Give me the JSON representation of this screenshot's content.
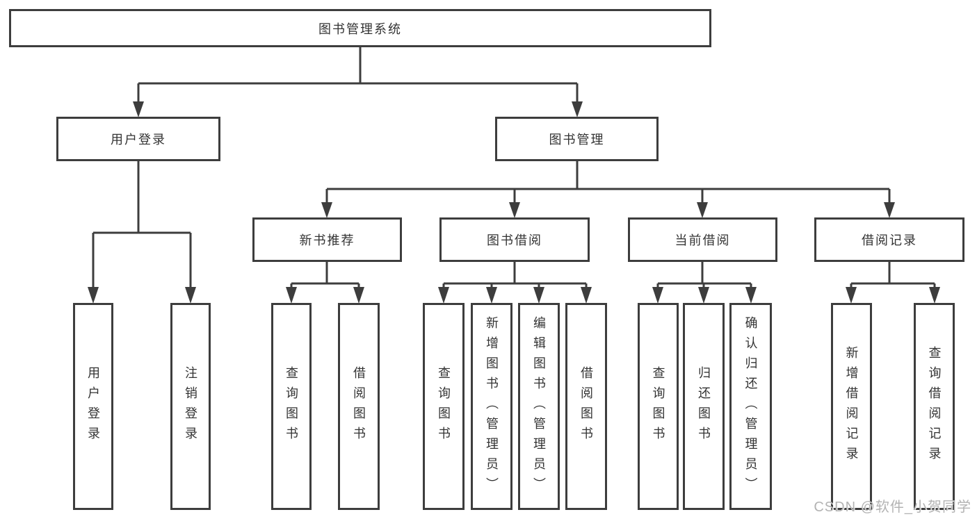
{
  "diagram": {
    "root": {
      "label": "图书管理系统"
    },
    "level2": [
      {
        "label": "用户登录"
      },
      {
        "label": "图书管理"
      }
    ],
    "level3": [
      {
        "label": "新书推荐",
        "parent": "图书管理"
      },
      {
        "label": "图书借阅",
        "parent": "图书管理"
      },
      {
        "label": "当前借阅",
        "parent": "图书管理"
      },
      {
        "label": "借阅记录",
        "parent": "图书管理"
      }
    ],
    "leaves": [
      {
        "label": "用户登录",
        "parent": "用户登录"
      },
      {
        "label": "注销登录",
        "parent": "用户登录"
      },
      {
        "label": "查询图书",
        "parent": "新书推荐"
      },
      {
        "label": "借阅图书",
        "parent": "新书推荐"
      },
      {
        "label": "查询图书",
        "parent": "图书借阅"
      },
      {
        "label": "新增图书（管理员）",
        "parent": "图书借阅"
      },
      {
        "label": "编辑图书（管理员）",
        "parent": "图书借阅"
      },
      {
        "label": "借阅图书",
        "parent": "图书借阅"
      },
      {
        "label": "查询图书",
        "parent": "当前借阅"
      },
      {
        "label": "归还图书",
        "parent": "当前借阅"
      },
      {
        "label": "确认归还（管理员）",
        "parent": "当前借阅"
      },
      {
        "label": "新增借阅记录",
        "parent": "借阅记录"
      },
      {
        "label": "查询借阅记录",
        "parent": "借阅记录"
      }
    ]
  },
  "watermark": {
    "text": "CSDN @软件_小贺同学"
  },
  "colors": {
    "line": "#3d3d3d",
    "box_border": "#3d3d3d",
    "text": "#333333",
    "watermark": "#b3b3b3",
    "background": "#ffffff"
  }
}
